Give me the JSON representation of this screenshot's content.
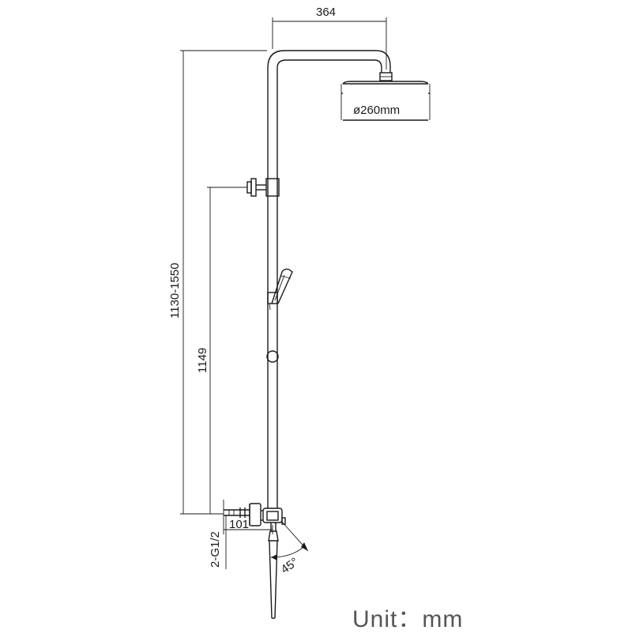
{
  "dimensions": {
    "arm_width": "364",
    "head_diameter": "ø260mm",
    "total_height": "1130-1550",
    "bracket_height": "1149",
    "inlet_offset": "101",
    "inlet_thread": "2-G1/2",
    "angle": "45°"
  },
  "footer": {
    "unit_label": "Unit：mm"
  }
}
